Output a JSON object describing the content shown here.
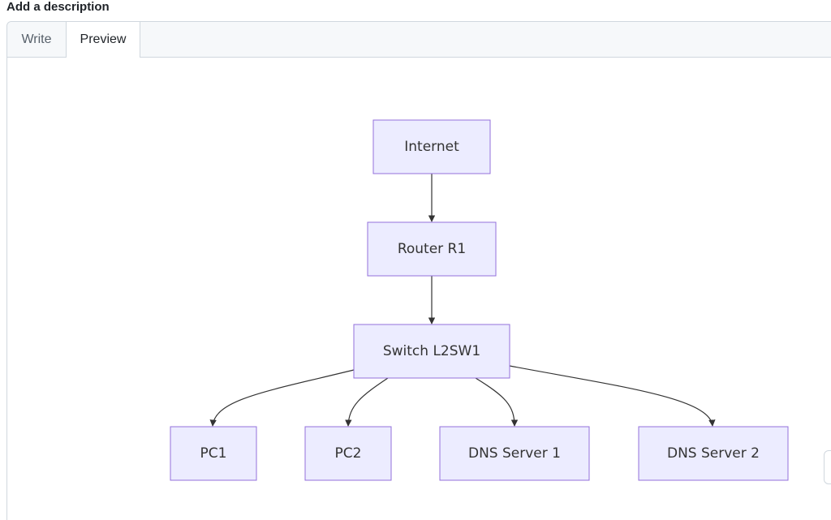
{
  "section": {
    "title": "Add a description"
  },
  "tabs": [
    {
      "label": "Write",
      "active": false
    },
    {
      "label": "Preview",
      "active": true
    }
  ],
  "diagram": {
    "nodes": [
      {
        "id": "internet",
        "label": "Internet"
      },
      {
        "id": "router",
        "label": "Router R1"
      },
      {
        "id": "switch",
        "label": "Switch L2SW1"
      },
      {
        "id": "pc1",
        "label": "PC1"
      },
      {
        "id": "pc2",
        "label": "PC2"
      },
      {
        "id": "dns1",
        "label": "DNS Server 1"
      },
      {
        "id": "dns2",
        "label": "DNS Server 2"
      }
    ],
    "edges": [
      {
        "from": "internet",
        "to": "router"
      },
      {
        "from": "router",
        "to": "switch"
      },
      {
        "from": "switch",
        "to": "pc1"
      },
      {
        "from": "switch",
        "to": "pc2"
      },
      {
        "from": "switch",
        "to": "dns1"
      },
      {
        "from": "switch",
        "to": "dns2"
      }
    ],
    "colors": {
      "node_fill": "#ECECFF",
      "node_stroke": "#9370DB",
      "edge": "#333333",
      "text": "#333333"
    }
  }
}
